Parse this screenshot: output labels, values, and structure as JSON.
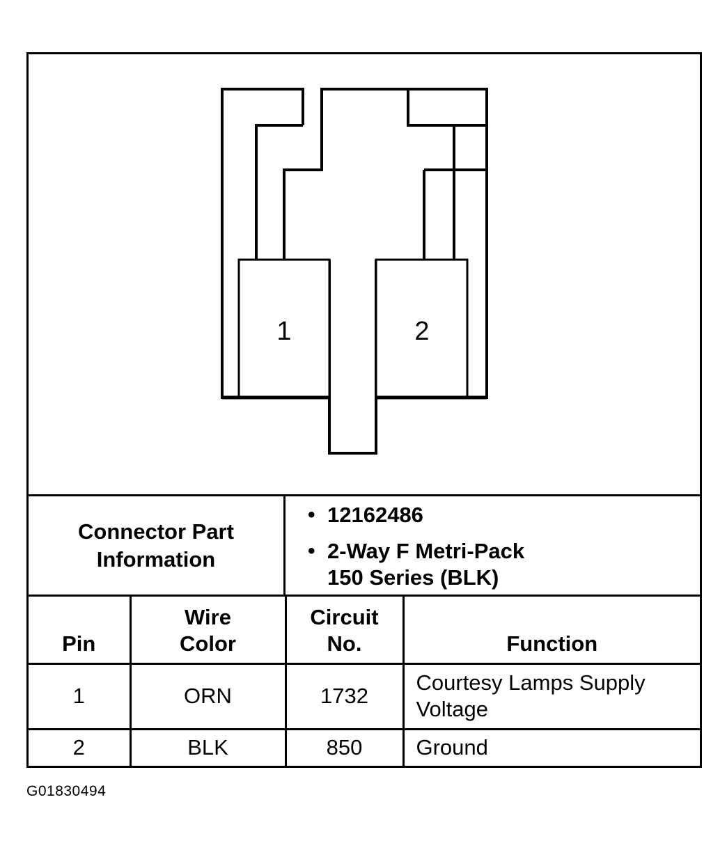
{
  "connector": {
    "pins": [
      {
        "label": "1"
      },
      {
        "label": "2"
      }
    ]
  },
  "part_info": {
    "label_line1": "Connector Part",
    "label_line2": "Information",
    "items": [
      {
        "text": "12162486"
      },
      {
        "line1": "2-Way F Metri-Pack",
        "line2": "150 Series (BLK)"
      }
    ],
    "bullet": "•"
  },
  "pin_table": {
    "headers": {
      "pin": "Pin",
      "wire_color_line1": "Wire",
      "wire_color_line2": "Color",
      "circuit_line1": "Circuit",
      "circuit_line2": "No.",
      "function": "Function"
    },
    "rows": [
      {
        "pin": "1",
        "wire_color": "ORN",
        "circuit": "1732",
        "function_line1": "Courtesy Lamps Supply",
        "function_line2": "Voltage"
      },
      {
        "pin": "2",
        "wire_color": "BLK",
        "circuit": "850",
        "function_line1": "Ground",
        "function_line2": ""
      }
    ]
  },
  "figure_id": "G01830494",
  "colors": {
    "line": "#000000",
    "background": "#ffffff"
  }
}
